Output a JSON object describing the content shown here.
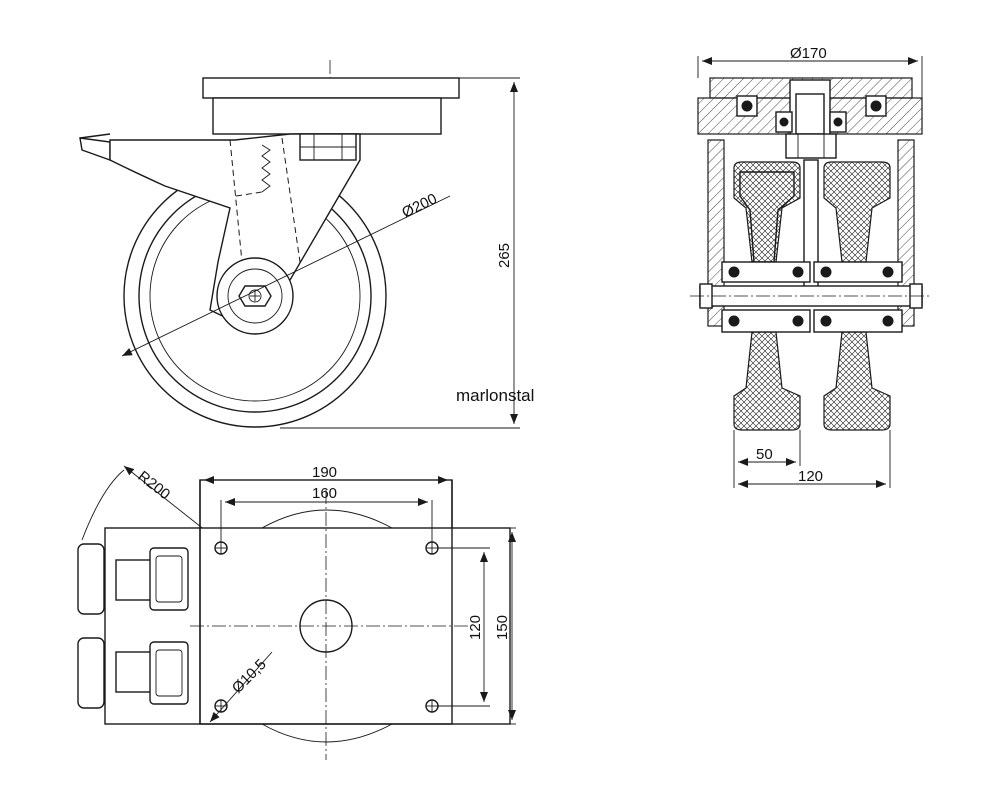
{
  "brand": "marlonstal",
  "side_view": {
    "wheel_diameter": "Ø200",
    "total_height": "265"
  },
  "front_view": {
    "plate_diameter": "Ø170",
    "wheel_width": "50",
    "overall_width": "120"
  },
  "top_view": {
    "swivel_radius": "R200",
    "plate_length": "190",
    "hole_spacing_length": "160",
    "hole_spacing_width": "120",
    "plate_width": "150",
    "hole_diameter": "Ø10,5"
  }
}
